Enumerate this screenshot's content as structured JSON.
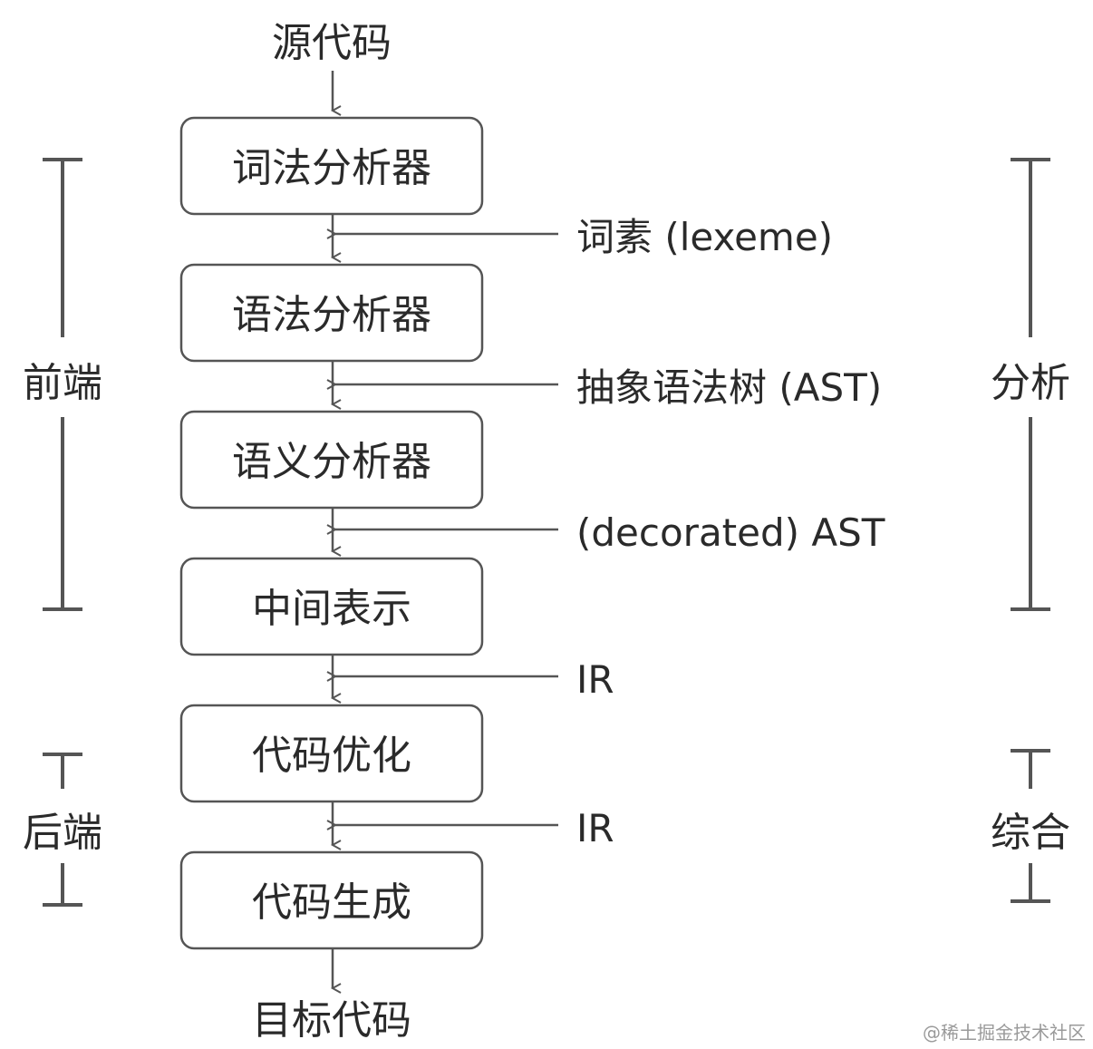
{
  "diagram": {
    "source": "源代码",
    "target": "目标代码",
    "stages": [
      {
        "label": "词法分析器"
      },
      {
        "label": "语法分析器"
      },
      {
        "label": "语义分析器"
      },
      {
        "label": "中间表示"
      },
      {
        "label": "代码优化"
      },
      {
        "label": "代码生成"
      }
    ],
    "edges": [
      {
        "label": "词素 (lexeme)"
      },
      {
        "label": "抽象语法树 (AST)"
      },
      {
        "label": "(decorated) AST"
      },
      {
        "label": "IR"
      },
      {
        "label": "IR"
      }
    ],
    "left_groups": [
      {
        "label": "前端"
      },
      {
        "label": "后端"
      }
    ],
    "right_groups": [
      {
        "label": "分析"
      },
      {
        "label": "综合"
      }
    ]
  },
  "watermark": "@稀土掘金技术社区",
  "colors": {
    "line": "#555555",
    "text": "#2a2a2a",
    "box_fill": "#ffffff"
  }
}
